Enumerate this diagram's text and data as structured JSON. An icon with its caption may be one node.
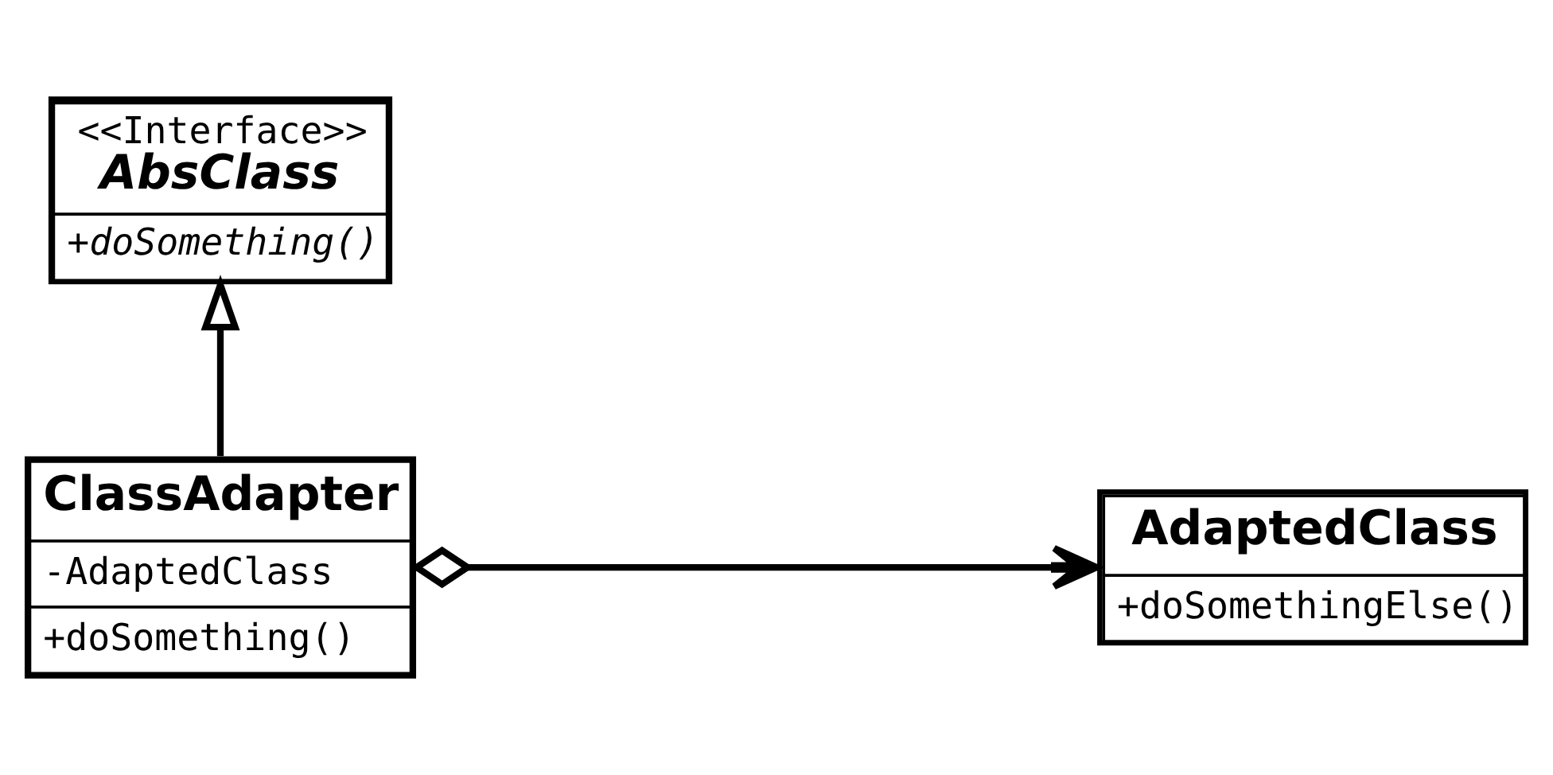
{
  "diagram": {
    "nodes": [
      {
        "text": [
          "<<Interface>>",
          "AbsClass",
          "+doSomething()"
        ]
      },
      {
        "text": [
          "ClassAdapter",
          "-AdaptedClass",
          "+doSomething()"
        ]
      },
      {
        "text": [
          "AdaptedClass",
          "+doSomethingElse()"
        ]
      }
    ],
    "edges": [
      {
        "from": 1,
        "to": 0,
        "arrow": "to"
      },
      {
        "from": 1,
        "to": 2,
        "arrow": "to"
      }
    ]
  }
}
